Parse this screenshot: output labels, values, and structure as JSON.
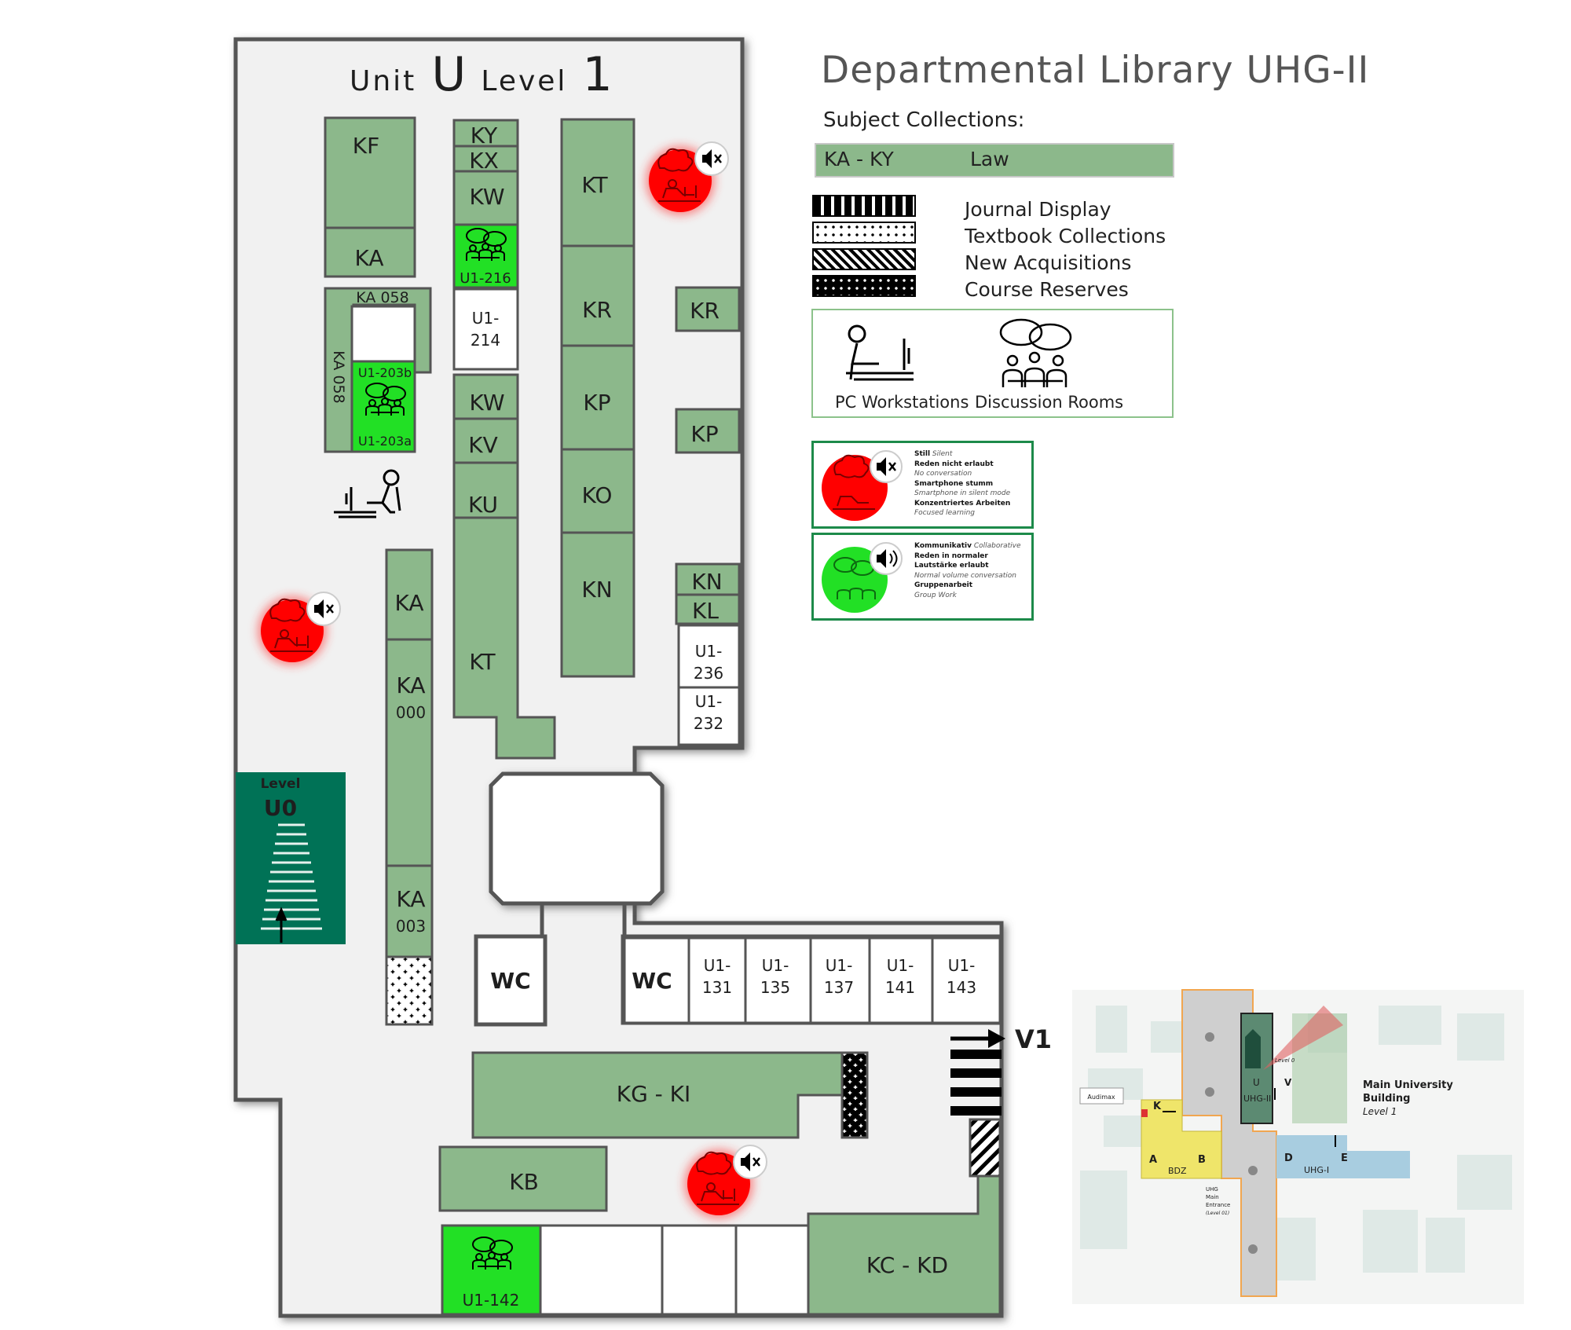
{
  "floorplan": {
    "header": {
      "unit_word": "Unit",
      "unit_letter": "U",
      "level_word": "Level",
      "level_number": "1"
    },
    "shelves": {
      "kf": "KF",
      "ka_top": "KA",
      "ky": "KY",
      "kx": "KX",
      "kw_top": "KW",
      "kt_top": "KT",
      "kr_center": "KR",
      "kr_right": "KR",
      "kp_center": "KP",
      "kp_right": "KP",
      "ko": "KO",
      "kn_center": "KN",
      "kn_right": "KN",
      "kl": "KL",
      "kw_mid": "KW",
      "kv": "KV",
      "ku": "KU",
      "kt_mid": "KT",
      "ka_col": "KA",
      "ka_000_a": "KA",
      "ka_000_b": "000",
      "ka_003_a": "KA",
      "ka_003_b": "003",
      "ka058_top": "KA 058",
      "ka058_side": "KA 058",
      "kg_ki": "KG - KI",
      "kb": "KB",
      "kc_kd": "KC - KD"
    },
    "rooms": {
      "u1_216": "U1-216",
      "u1_214_a": "U1-",
      "u1_214_b": "214",
      "u1_203b": "U1-203b",
      "u1_203a": "U1-203a",
      "u1_236_a": "U1-",
      "u1_236_b": "236",
      "u1_232_a": "U1-",
      "u1_232_b": "232",
      "wc_left": "WC",
      "wc_right": "WC",
      "u1_131_a": "U1-",
      "u1_131_b": "131",
      "u1_135_a": "U1-",
      "u1_135_b": "135",
      "u1_137_a": "U1-",
      "u1_137_b": "137",
      "u1_141_a": "U1-",
      "u1_141_b": "141",
      "u1_143_a": "U1-",
      "u1_143_b": "143",
      "u1_142": "U1-142"
    },
    "stairs": {
      "level_word": "Level",
      "level_code": "U0"
    },
    "exit": {
      "label": "V1"
    }
  },
  "legend": {
    "title": "Departmental Library UHG-II",
    "subtitle": "Subject Collections:",
    "collection_range": "KA - KY",
    "collection_subject": "Law",
    "patterns": [
      "Journal Display",
      "Textbook Collections",
      "New Acquisitions",
      "Course Reserves"
    ],
    "icons": {
      "pc": "PC Workstations",
      "discussion": "Discussion Rooms"
    },
    "silent_zone": {
      "title": "Still",
      "title_en": "Silent",
      "l1": "Reden nicht erlaubt",
      "l1_en": "No conversation",
      "l2": "Smartphone stumm",
      "l2_en": "Smartphone in silent mode",
      "l3": "Konzentriertes Arbeiten",
      "l3_en": "Focused learning"
    },
    "collab_zone": {
      "title": "Kommunikativ",
      "title_en": "Collaborative",
      "l1": "Reden in normaler Lautstärke erlaubt",
      "l1_en": "Normal volume conversation",
      "l2": "Gruppenarbeit",
      "l2_en": "Group Work"
    }
  },
  "keymap": {
    "building_label_1": "Main University",
    "building_label_2": "Building",
    "building_level": "Level 1",
    "audimax": "Audimax",
    "k": "K",
    "u": "U",
    "v": "V",
    "uhg2": "UHG-II",
    "level0": "Level 0",
    "a": "A",
    "b": "B",
    "bdz": "BDZ",
    "d": "D",
    "e": "E",
    "uhg1": "UHG-I",
    "entrance_1": "UHG",
    "entrance_2": "Main",
    "entrance_3": "Entrance",
    "entrance_4": "(Level 01)"
  },
  "colors": {
    "shelf": "#8cb88b",
    "stair": "#007256",
    "collab_room": "#22e025",
    "silent_marker": "#ff0000",
    "floor": "#f1f1f1",
    "wall": "#555555"
  }
}
